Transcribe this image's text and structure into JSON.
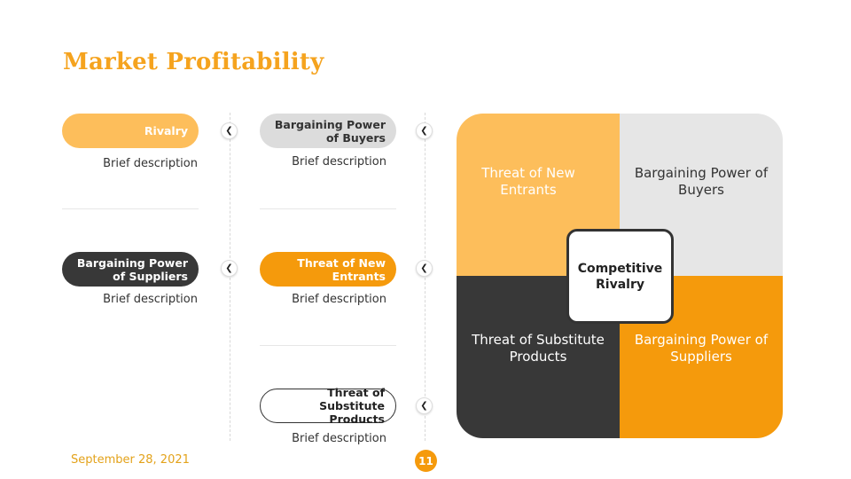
{
  "title": "Market Profitability",
  "items": [
    {
      "label": "Rivalry",
      "description": "Brief description"
    },
    {
      "label": "Bargaining Power of Buyers",
      "description": "Brief description"
    },
    {
      "label": "Bargaining Power of Suppliers",
      "description": "Brief description"
    },
    {
      "label": "Threat of New Entrants",
      "description": "Brief description"
    },
    {
      "label": "Threat of Substitute Products",
      "description": "Brief description"
    }
  ],
  "matrix": {
    "top_left": "Threat of New Entrants",
    "top_right": "Bargaining Power of Buyers",
    "bottom_left": "Threat of Substitute Products",
    "bottom_right": "Bargaining Power of Suppliers",
    "center": "Competitive Rivalry"
  },
  "footer": {
    "date": "September 28, 2021",
    "page": "11"
  },
  "colors": {
    "accent": "#F59A0C",
    "light": "#FDBE5B",
    "gray": "#E6E6E6",
    "dark": "#383838"
  }
}
